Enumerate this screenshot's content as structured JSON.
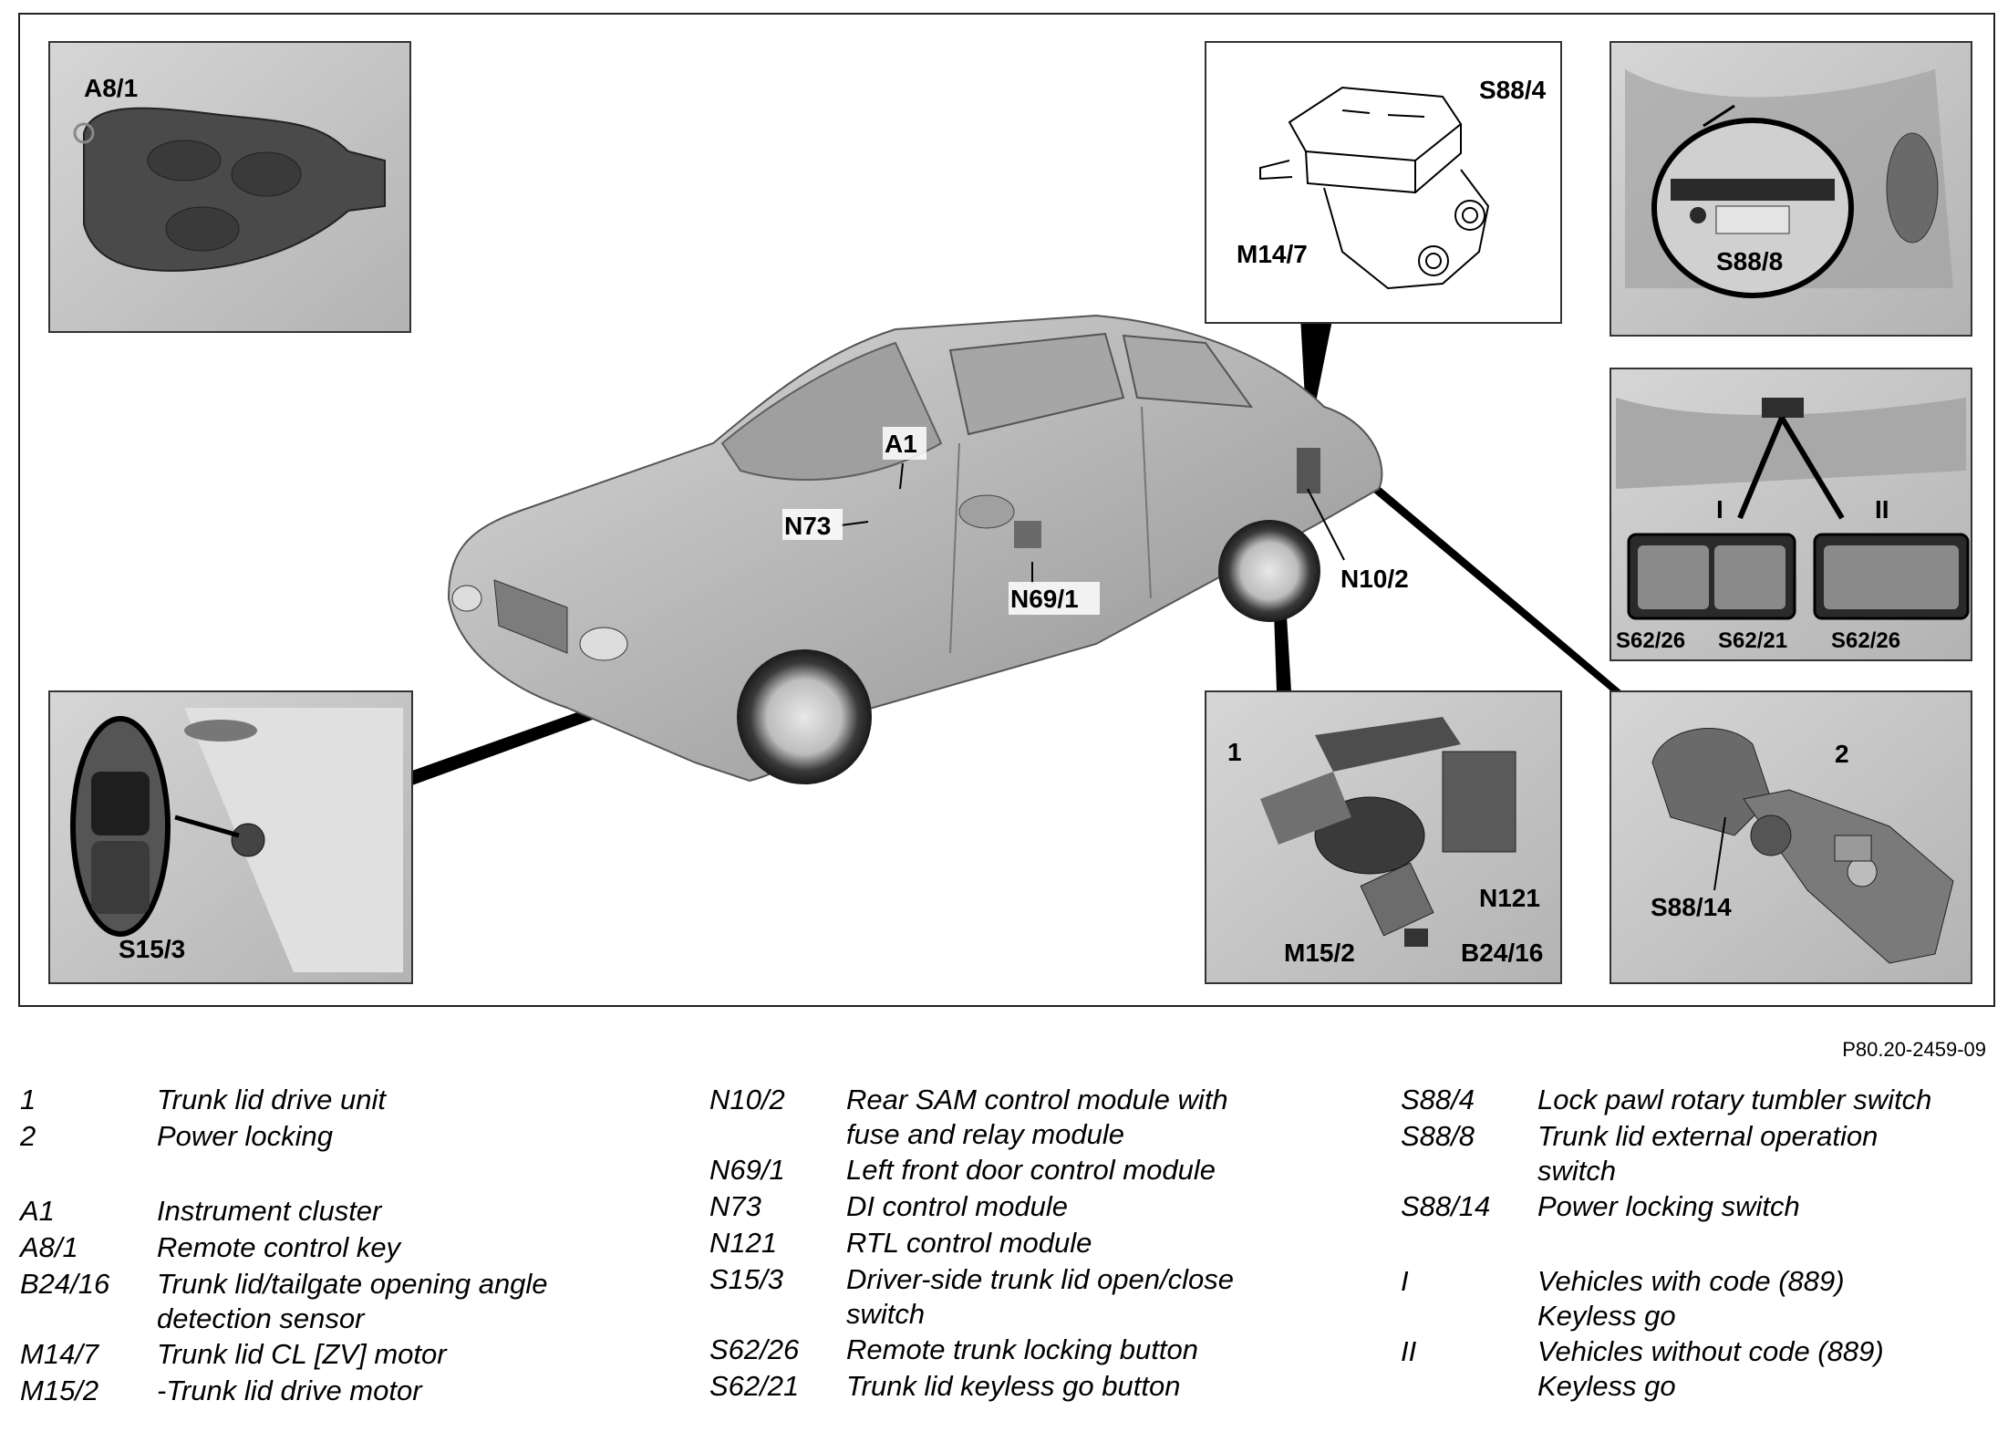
{
  "figure": {
    "reference_code": "P80.20-2459-09",
    "labels": {
      "a8_1": "A8/1",
      "s88_4": "S88/4",
      "m14_7": "M14/7",
      "s88_8": "S88/8",
      "a1": "A1",
      "n73": "N73",
      "n69_1": "N69/1",
      "n10_2": "N10/2",
      "switch_i": "I",
      "switch_ii": "II",
      "s62_26_left": "S62/26",
      "s62_21": "S62/21",
      "s62_26_right": "S62/26",
      "s15_3": "S15/3",
      "panel_1": "1",
      "n121": "N121",
      "m15_2": "M15/2",
      "b24_16": "B24/16",
      "panel_2": "2",
      "s88_14": "S88/14"
    }
  },
  "legend": {
    "columns": [
      [
        {
          "code": "1",
          "text": "Trunk lid drive unit"
        },
        {
          "code": "2",
          "text": "Power locking"
        },
        {
          "code": "A1",
          "text": "Instrument cluster",
          "gap_before": true
        },
        {
          "code": "A8/1",
          "text": "Remote control key"
        },
        {
          "code": "B24/16",
          "text": "Trunk lid/tailgate opening angle detection sensor"
        },
        {
          "code": "M14/7",
          "text": "Trunk lid CL [ZV] motor"
        },
        {
          "code": "M15/2",
          "text": "-Trunk lid drive motor"
        }
      ],
      [
        {
          "code": "N10/2",
          "text": "Rear SAM control module with fuse and relay module"
        },
        {
          "code": "N69/1",
          "text": "Left front door control module"
        },
        {
          "code": "N73",
          "text": "DI control module"
        },
        {
          "code": "N121",
          "text": "RTL control module"
        },
        {
          "code": "S15/3",
          "text": "Driver-side trunk lid open/close switch"
        },
        {
          "code": "S62/26",
          "text": "Remote trunk locking button"
        },
        {
          "code": "S62/21",
          "text": "Trunk lid keyless go button"
        }
      ],
      [
        {
          "code": "S88/4",
          "text": "Lock pawl rotary tumbler switch"
        },
        {
          "code": "S88/8",
          "text": "Trunk lid external operation switch"
        },
        {
          "code": "S88/14",
          "text": "Power locking switch"
        },
        {
          "code": "I",
          "text": "Vehicles with code (889) Keyless go",
          "gap_before": true
        },
        {
          "code": "II",
          "text": "Vehicles without code (889) Keyless go"
        }
      ]
    ]
  },
  "colors": {
    "panel_background": "#c9c9c9",
    "car_body": "#b9b9b9",
    "leader_lines": "#000000"
  }
}
